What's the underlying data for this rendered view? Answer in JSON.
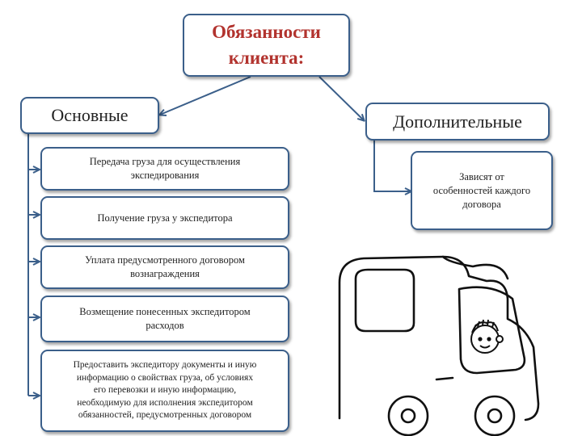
{
  "root": {
    "lines": [
      "Обязанности",
      "клиента:"
    ]
  },
  "primary": {
    "label": "Основные"
  },
  "secondary": {
    "label": "Дополнительные"
  },
  "primary_items": [
    {
      "lines": [
        "Передача груза для осуществления",
        "экспедирования"
      ]
    },
    {
      "lines": [
        "Получение груза у экспедитора"
      ]
    },
    {
      "lines": [
        "Уплата предусмотренного договором",
        "вознаграждения"
      ]
    },
    {
      "lines": [
        "Возмещение понесенных экспедитором",
        "расходов"
      ]
    },
    {
      "lines": [
        "Предоставить экспедитору документы и иную",
        "информацию о свойствах груза, об условиях",
        "его перевозки и иную информацию,",
        "необходимую для исполнения экспедитором",
        "обязанностей, предусмотренных договором"
      ]
    }
  ],
  "secondary_item": {
    "lines": [
      "Зависят от",
      "особенностей каждого",
      "договора"
    ]
  },
  "colors": {
    "border": "#3b5f8a",
    "title": "#b2332e"
  }
}
